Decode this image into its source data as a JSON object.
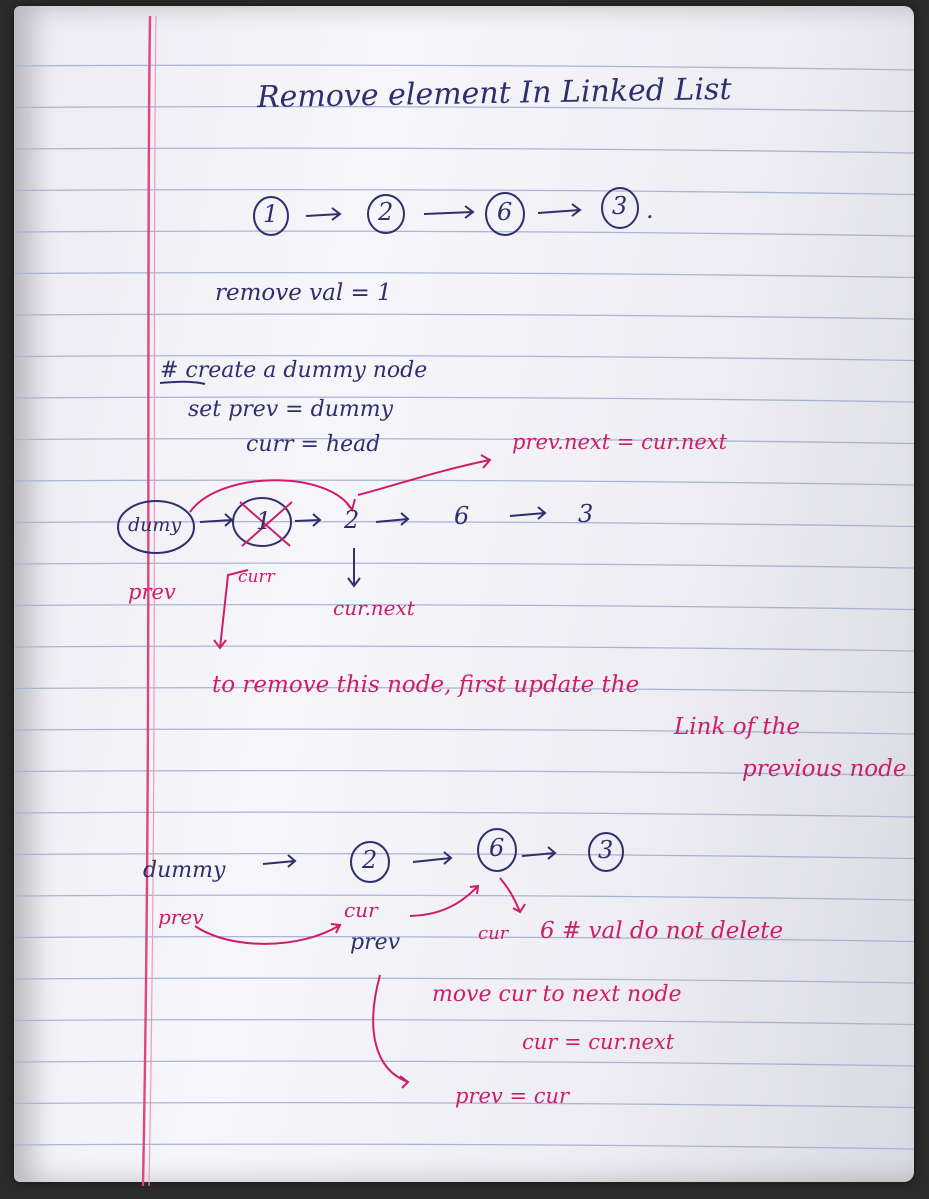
{
  "page": {
    "title": "Remove element In Linked List",
    "colors": {
      "ink_blue": "#2f2f6e",
      "ink_pink": "#cf1d6a",
      "margin_red": "#e0457e",
      "rule_blue": "#a9b3d6"
    }
  },
  "example": {
    "nodes": [
      "1",
      "2",
      "6",
      "3"
    ],
    "dot": ".",
    "remove_label": "remove val = 1"
  },
  "steps": {
    "line1": "# create a dummy node",
    "line2": "set prev = dummy",
    "line3": "curr = head",
    "link_update": "prev.next = cur.next"
  },
  "diagram1": {
    "dummy": "dumy",
    "node_removed": "1",
    "nodes_after": [
      "2",
      "6",
      "3"
    ],
    "prev_label": "prev",
    "curr_label": "curr",
    "cur_next_label": "cur.next"
  },
  "explanation": {
    "line1": "to remove this node, first update the",
    "line2": "Link of the",
    "line3": "previous node"
  },
  "diagram2": {
    "dummy": "dummy",
    "nodes": [
      "2",
      "6",
      "3"
    ],
    "prev_label": "prev",
    "cur_label": "cur",
    "prev_label_2": "prev",
    "cur_label_2": "cur",
    "note_keep": "6 # val do not delete",
    "move_line": "move cur to next node",
    "assign_cur": "cur = cur.next",
    "assign_prev": "prev = cur"
  }
}
